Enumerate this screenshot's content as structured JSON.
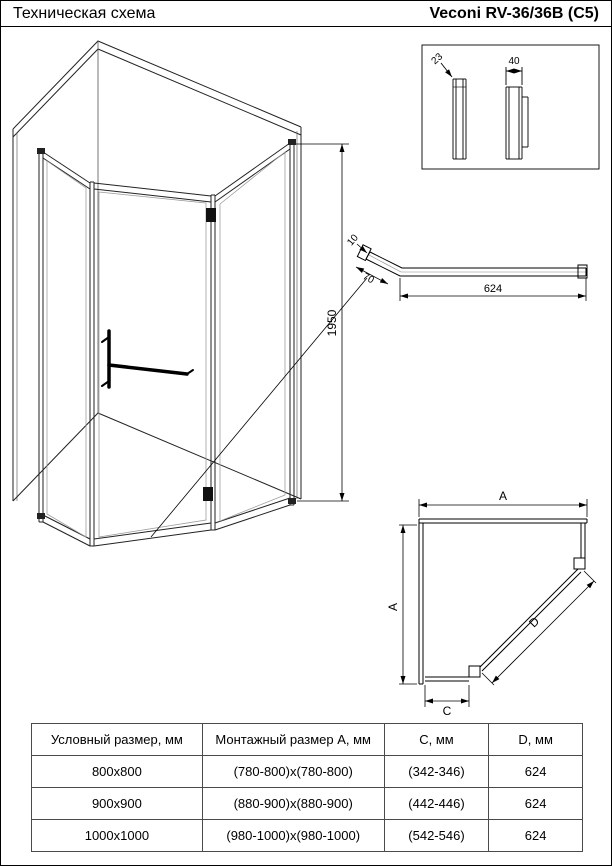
{
  "header": {
    "title_left": "Техническая схема",
    "title_right": "Veconi RV-36/36B (C5)"
  },
  "dims": {
    "height": "1950",
    "profile_depth": "23",
    "profile_width": "40",
    "rail_thickness": "10",
    "rail_corner": "70",
    "rail_length": "624",
    "plan_a_top": "A",
    "plan_a_left": "A",
    "plan_c": "C",
    "plan_d": "D"
  },
  "table": {
    "headers": [
      "Условный размер, мм",
      "Монтажный размер А, мм",
      "С, мм",
      "D, мм"
    ],
    "rows": [
      [
        "800x800",
        "(780-800)x(780-800)",
        "(342-346)",
        "624"
      ],
      [
        "900x900",
        "(880-900)x(880-900)",
        "(442-446)",
        "624"
      ],
      [
        "1000x1000",
        "(980-1000)x(980-1000)",
        "(542-546)",
        "624"
      ]
    ]
  }
}
